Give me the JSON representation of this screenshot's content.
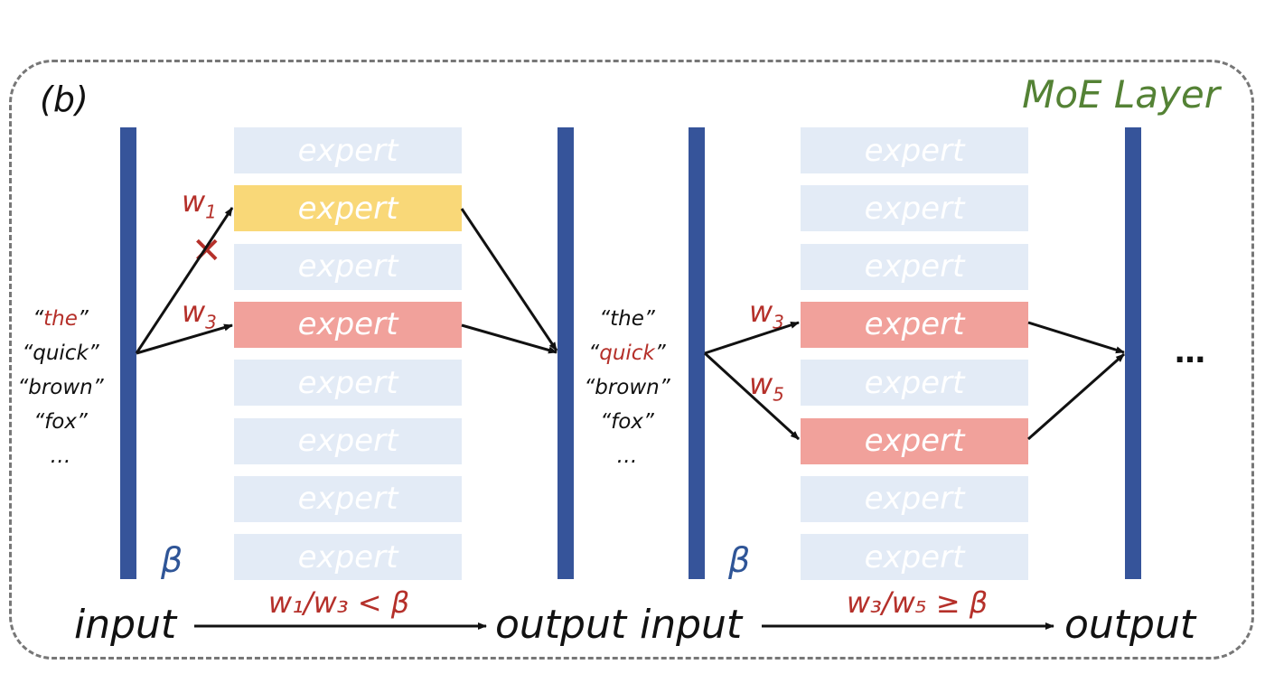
{
  "panel_label": "(b)",
  "title": "MoE Layer",
  "expert_label": "expert",
  "beta": "β",
  "colors": {
    "bar": "#36549a",
    "expert_idle": "#e3ebf6",
    "expert_selected_yellow": "#f9d878",
    "expert_selected_red": "#f1a19b",
    "accent_red": "#b5302a",
    "title_green": "#548235",
    "beta_blue": "#2f5597"
  },
  "left": {
    "tokens": [
      {
        "text": "“the”",
        "highlight": true
      },
      {
        "text": "“quick”",
        "highlight": false
      },
      {
        "text": "“brown”",
        "highlight": false
      },
      {
        "text": "“fox”",
        "highlight": false
      },
      {
        "text": "…",
        "highlight": false
      }
    ],
    "experts": [
      "idle",
      "yellow",
      "idle",
      "red",
      "idle",
      "idle",
      "idle",
      "idle"
    ],
    "weights": {
      "w1": {
        "base": "w",
        "sub": "1"
      },
      "w3": {
        "base": "w",
        "sub": "3"
      }
    },
    "dropped_marker": "✕",
    "condition": "w₁/w₃ < β",
    "input_label": "input",
    "output_label": "output"
  },
  "right": {
    "tokens": [
      {
        "text": "“the”",
        "highlight": false
      },
      {
        "text": "“quick”",
        "highlight": true
      },
      {
        "text": "“brown”",
        "highlight": false
      },
      {
        "text": "“fox”",
        "highlight": false
      },
      {
        "text": "…",
        "highlight": false
      }
    ],
    "experts": [
      "idle",
      "idle",
      "idle",
      "red",
      "idle",
      "red",
      "idle",
      "idle"
    ],
    "weights": {
      "w3": {
        "base": "w",
        "sub": "3"
      },
      "w5": {
        "base": "w",
        "sub": "5"
      }
    },
    "condition": "w₃/w₅ ≥ β",
    "input_label": "input",
    "output_label": "output"
  },
  "trailing_ellipsis": "…"
}
